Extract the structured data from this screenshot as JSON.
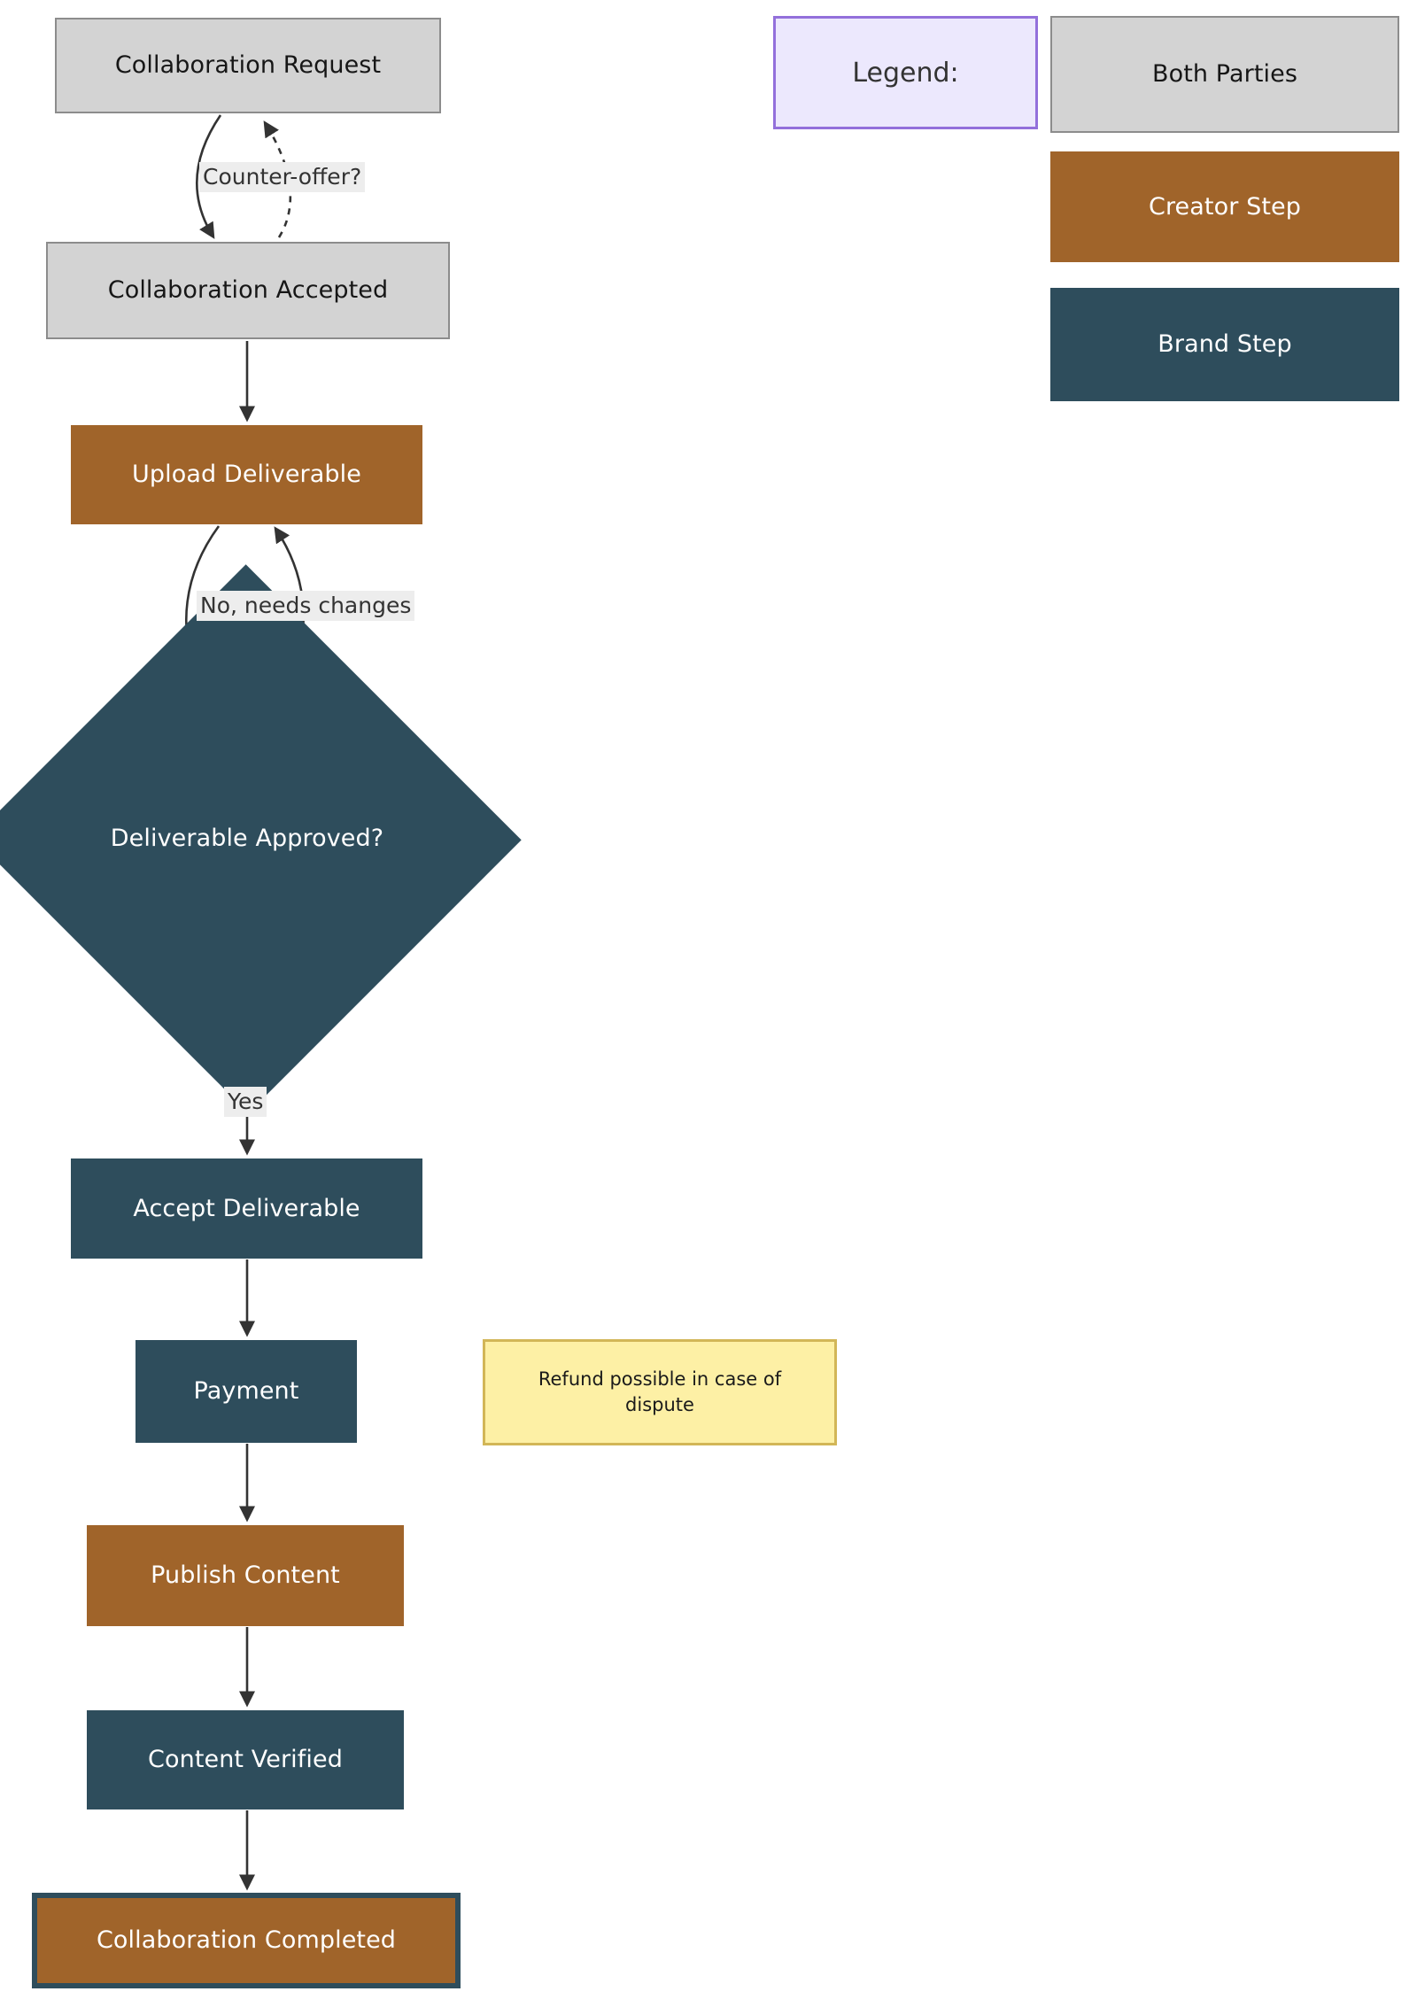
{
  "diagram": {
    "type": "flowchart",
    "direction": "top-down",
    "background": "#ffffff",
    "palette": {
      "both_parties_fill": "#d3d3d3",
      "both_parties_border": "#8c8c8c",
      "creator_fill": "#a0642a",
      "brand_fill": "#2e4d5c",
      "legend_fill": "#ece8fd",
      "legend_border": "#9370db",
      "note_fill": "#fdf0a5",
      "note_border": "#d2b657",
      "edge_color": "#333333",
      "edge_label_bg": "#ededed",
      "text_light": "#ffffff",
      "text_dark": "#161616"
    },
    "nodes": [
      {
        "id": "collaboration-request",
        "label": "Collaboration Request",
        "kind": "both"
      },
      {
        "id": "collaboration-accepted",
        "label": "Collaboration Accepted",
        "kind": "both"
      },
      {
        "id": "upload-deliverable",
        "label": "Upload Deliverable",
        "kind": "creator"
      },
      {
        "id": "deliverable-approved",
        "label": "Deliverable Approved?",
        "kind": "decision"
      },
      {
        "id": "accept-deliverable",
        "label": "Accept Deliverable",
        "kind": "brand"
      },
      {
        "id": "payment",
        "label": "Payment",
        "kind": "brand"
      },
      {
        "id": "publish-content",
        "label": "Publish Content",
        "kind": "creator"
      },
      {
        "id": "content-verified",
        "label": "Content Verified",
        "kind": "brand"
      },
      {
        "id": "collaboration-completed",
        "label": "Collaboration Completed",
        "kind": "final"
      }
    ],
    "edges": [
      {
        "from": "collaboration-request",
        "to": "collaboration-accepted",
        "label": "",
        "style": "solid"
      },
      {
        "from": "collaboration-accepted",
        "to": "collaboration-request",
        "label": "Counter-offer?",
        "style": "dashed"
      },
      {
        "from": "collaboration-accepted",
        "to": "upload-deliverable",
        "label": "",
        "style": "solid"
      },
      {
        "from": "upload-deliverable",
        "to": "deliverable-approved",
        "label": "",
        "style": "solid"
      },
      {
        "from": "deliverable-approved",
        "to": "upload-deliverable",
        "label": "No, needs changes",
        "style": "solid"
      },
      {
        "from": "deliverable-approved",
        "to": "accept-deliverable",
        "label": "Yes",
        "style": "solid"
      },
      {
        "from": "accept-deliverable",
        "to": "payment",
        "label": "",
        "style": "solid"
      },
      {
        "from": "payment",
        "to": "publish-content",
        "label": "",
        "style": "solid"
      },
      {
        "from": "publish-content",
        "to": "content-verified",
        "label": "",
        "style": "solid"
      },
      {
        "from": "content-verified",
        "to": "collaboration-completed",
        "label": "",
        "style": "solid"
      }
    ],
    "edge_labels": {
      "counter_offer": "Counter-offer?",
      "needs_changes": "No, needs changes",
      "yes": "Yes"
    },
    "note": {
      "text": "Refund possible in case of dispute",
      "attached_to": "payment"
    },
    "legend": {
      "title": "Legend:",
      "items": [
        {
          "label": "Both Parties",
          "kind": "both"
        },
        {
          "label": "Creator Step",
          "kind": "creator"
        },
        {
          "label": "Brand Step",
          "kind": "brand"
        }
      ]
    }
  }
}
